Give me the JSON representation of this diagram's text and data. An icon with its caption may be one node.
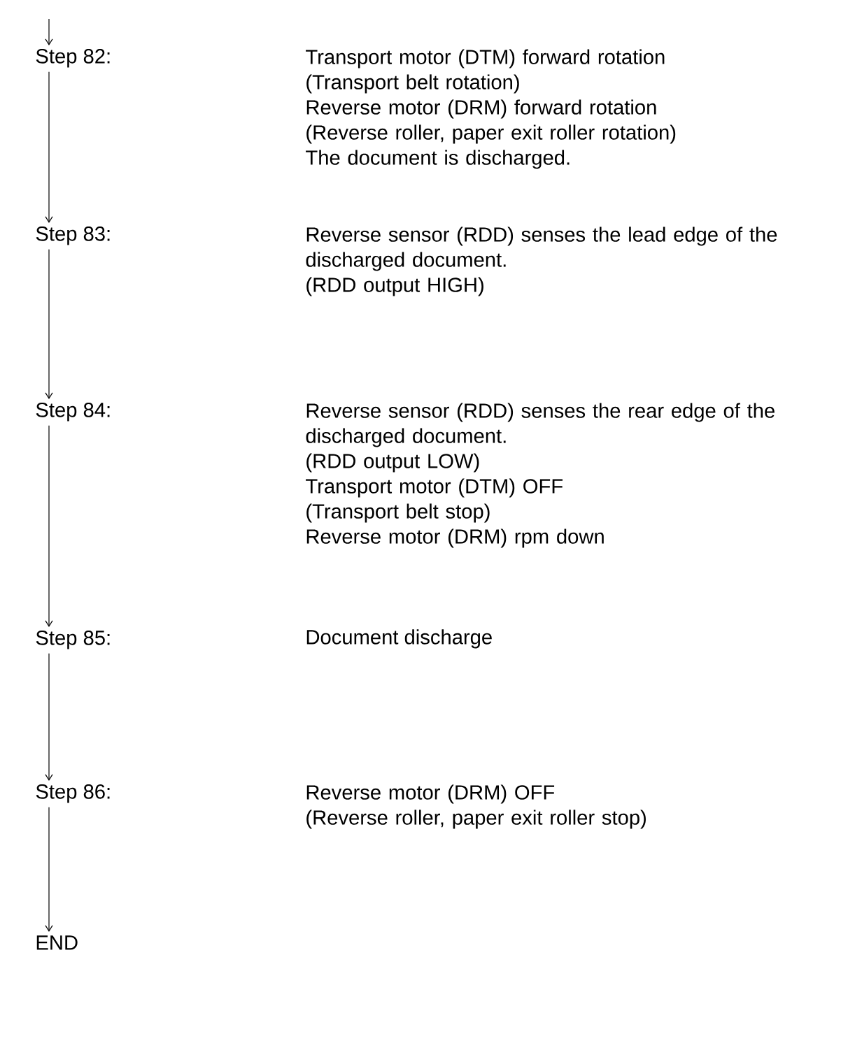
{
  "diagram": {
    "nodes": [
      {
        "text": [
          "Step 82:"
        ],
        "beside": [
          "Transport motor (DTM) forward rotation",
          "(Transport belt rotation)",
          "Reverse motor (DRM) forward rotation",
          "(Reverse roller, paper exit roller rotation)",
          "The document is discharged."
        ]
      },
      {
        "text": [
          "Step 83:"
        ],
        "beside": [
          "Reverse sensor (RDD) senses the lead edge of the discharged document.",
          "(RDD output HIGH)"
        ]
      },
      {
        "text": [
          "Step 84:"
        ],
        "beside": [
          "Reverse sensor (RDD) senses the rear edge of the discharged document.",
          "(RDD output LOW)",
          "Transport motor (DTM) OFF",
          "(Transport belt stop)",
          "Reverse motor (DRM) rpm down"
        ]
      },
      {
        "text": [
          "Step 85:"
        ]
      },
      {
        "text": [
          "Step 86:"
        ],
        "beside": [
          "Reverse motor (DRM) OFF",
          "(Reverse roller, paper exit roller stop)"
        ]
      },
      {
        "text": [
          "END"
        ]
      }
    ],
    "edges": [
      {
        "from": null,
        "to": 0,
        "arrow": "to"
      },
      {
        "from": 0,
        "to": 1,
        "arrow": "to"
      },
      {
        "from": 1,
        "to": 2,
        "arrow": "to"
      },
      {
        "from": 2,
        "to": 3,
        "arrow": "to"
      },
      {
        "from": 3,
        "to": 4,
        "arrow": "to"
      },
      {
        "from": 4,
        "to": 5,
        "arrow": "to"
      }
    ],
    "labels": [
      "Document discharge"
    ]
  }
}
